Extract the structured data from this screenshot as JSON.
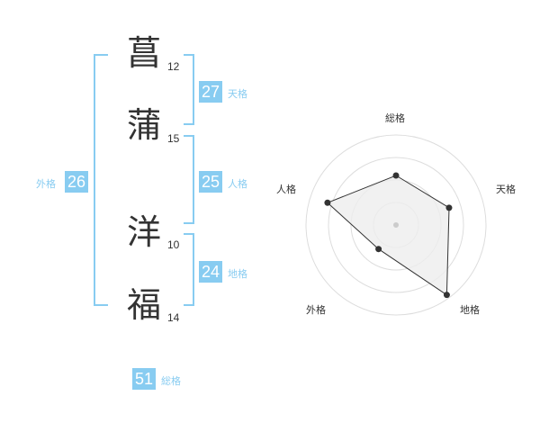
{
  "name": {
    "chars": [
      {
        "char": "菖",
        "strokes": "12"
      },
      {
        "char": "蒲",
        "strokes": "15"
      },
      {
        "char": "洋",
        "strokes": "10"
      },
      {
        "char": "福",
        "strokes": "14"
      }
    ]
  },
  "kaku": {
    "tenkaku": {
      "value": "27",
      "label": "天格"
    },
    "jinkaku": {
      "value": "25",
      "label": "人格"
    },
    "chikaku": {
      "value": "24",
      "label": "地格"
    },
    "gaikaku": {
      "value": "26",
      "label": "外格"
    },
    "soukaku": {
      "value": "51",
      "label": "総格"
    }
  },
  "radar": {
    "axes": [
      "総格",
      "天格",
      "地格",
      "外格",
      "人格"
    ],
    "values": [
      0.55,
      0.62,
      0.96,
      0.33,
      0.8
    ],
    "fill": "#eeeeee",
    "line": "#333333",
    "ring_color": "#dddddd"
  },
  "accent_color": "#88ccf1"
}
